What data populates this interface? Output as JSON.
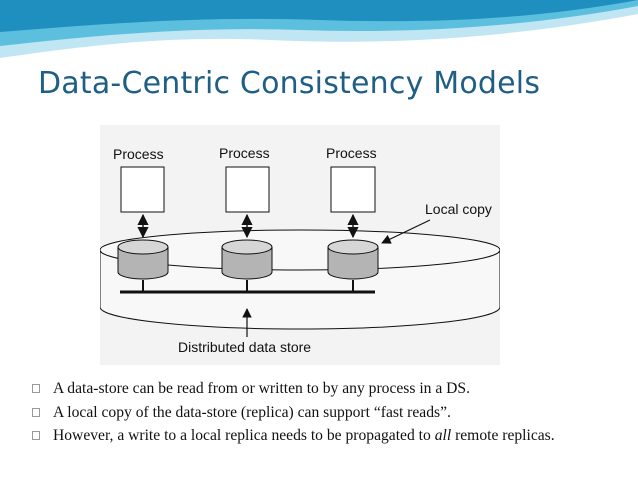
{
  "slide": {
    "title": "Data-Centric Consistency Models",
    "colors": {
      "title": "#1f5f86",
      "wave_light": "#bfe6f2",
      "wave_mid": "#5bbfdd",
      "wave_dark": "#1e8fbf"
    }
  },
  "diagram": {
    "process_labels": [
      "Process",
      "Process",
      "Process"
    ],
    "local_copy_label": "Local copy",
    "store_label": "Distributed data store"
  },
  "bullets": [
    {
      "marker_icon": "square-bullet-icon",
      "text": "A data-store can be read from or written to by any process in a DS."
    },
    {
      "marker_icon": "square-bullet-icon",
      "text": "A local copy of the data-store (replica) can support “fast reads”."
    },
    {
      "marker_icon": "square-bullet-icon",
      "prefix": "However, a write to a local replica needs to be propagated to ",
      "emphasis": "all",
      "suffix": " remote replicas."
    }
  ]
}
